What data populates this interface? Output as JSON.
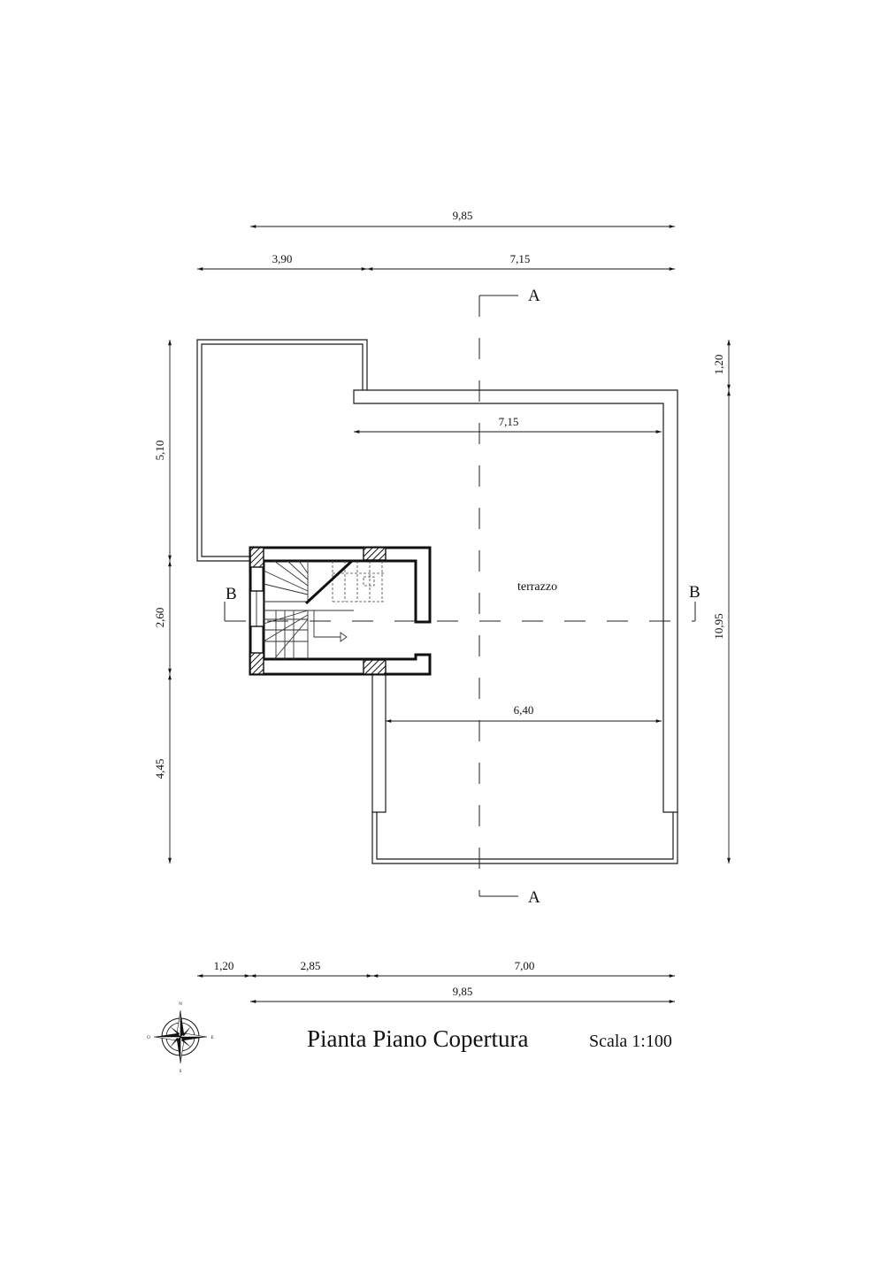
{
  "drawing": {
    "title": "Pianta Piano Copertura",
    "scale": "Scala 1:100",
    "room_label": "terrazzo",
    "sections": {
      "a_top": "A",
      "a_bottom": "A",
      "b_left": "B",
      "b_right": "B"
    },
    "dims": {
      "top_total": "9,85",
      "top_left": "3,90",
      "top_right": "7,15",
      "inner_top": "7,15",
      "inner_bottom": "6,40",
      "left_top": "5,10",
      "left_mid": "2,60",
      "left_bottom": "4,45",
      "right_top": "1,20",
      "right_total": "10,95",
      "bottom_a": "1,20",
      "bottom_b": "2,85",
      "bottom_c": "7,00",
      "bottom_total": "9,85"
    },
    "compass": {
      "north": "N",
      "south": "S",
      "east": "E",
      "west": "O"
    }
  }
}
